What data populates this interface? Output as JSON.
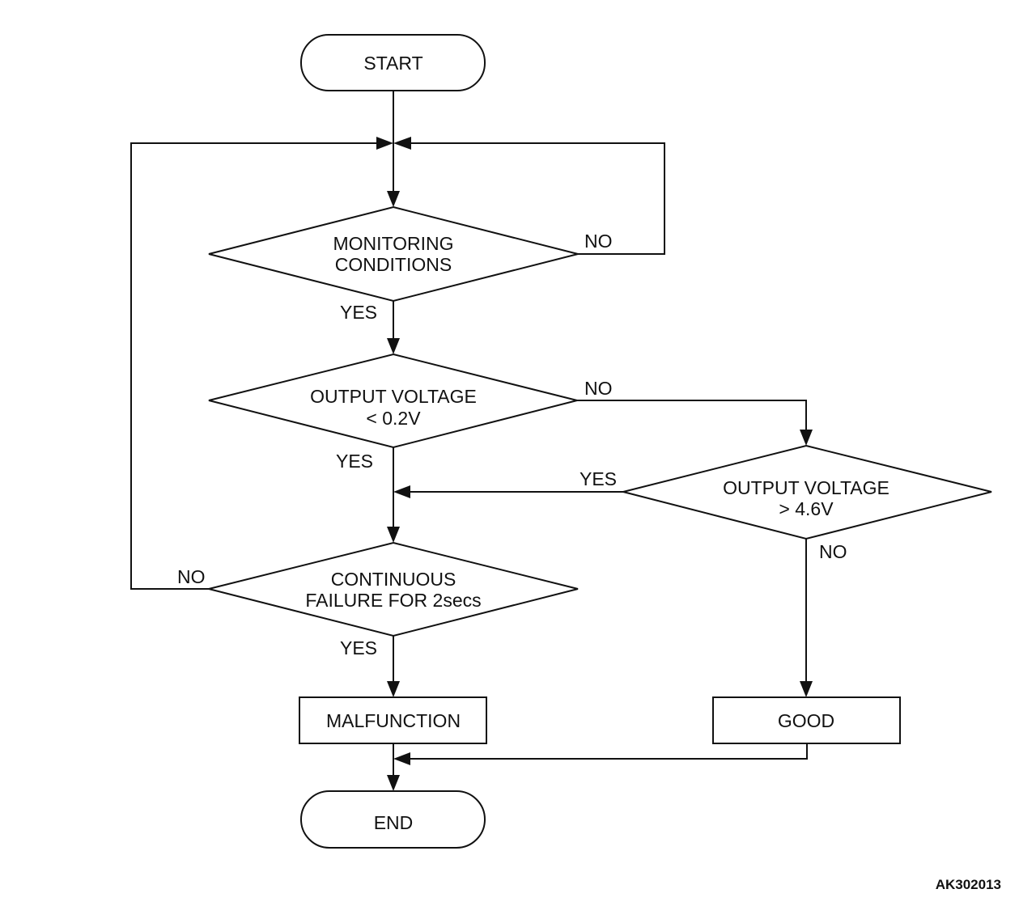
{
  "nodes": {
    "start": "START",
    "monitoring": [
      "MONITORING",
      "CONDITIONS"
    ],
    "low_voltage": [
      "OUTPUT VOLTAGE",
      "< 0.2V"
    ],
    "high_voltage": [
      "OUTPUT VOLTAGE",
      "> 4.6V"
    ],
    "continuous": [
      "CONTINUOUS",
      "FAILURE FOR 2secs"
    ],
    "malfunction": "MALFUNCTION",
    "good": "GOOD",
    "end": "END"
  },
  "branches": {
    "monitoring_no": "NO",
    "monitoring_yes": "YES",
    "low_voltage_no": "NO",
    "low_voltage_yes": "YES",
    "high_voltage_yes": "YES",
    "high_voltage_no": "NO",
    "continuous_no": "NO",
    "continuous_yes": "YES"
  },
  "figure_id": "AK302013"
}
